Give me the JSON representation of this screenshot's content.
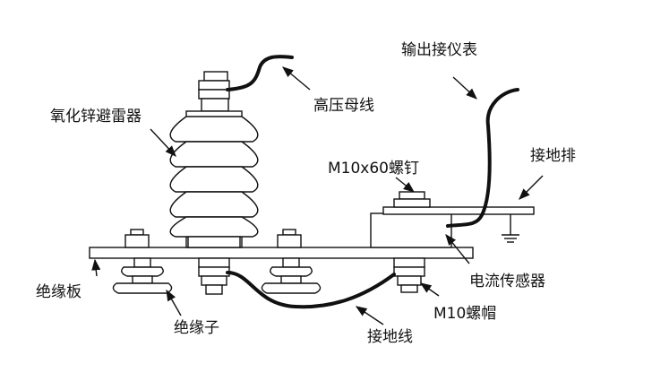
{
  "labels": {
    "arrester": "氧化锌避雷器",
    "hv_bus": "高压母线",
    "output_meter": "输出接仪表",
    "ground_bar": "接地排",
    "bolt": "M10x60螺钉",
    "current_sensor": "电流传感器",
    "insulating_plate": "绝缘板",
    "insulator": "绝缘子",
    "ground_wire": "接地线",
    "nut": "M10螺帽"
  }
}
